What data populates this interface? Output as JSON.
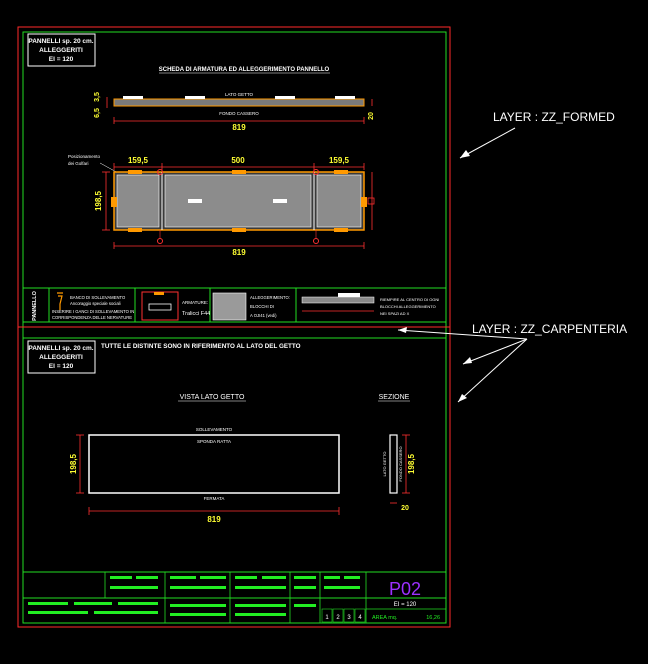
{
  "colors": {
    "background": "#000000",
    "frame": "#ff2a2a",
    "inner": "#22dd22",
    "text": "#ffffff",
    "dimension": "#ff3030",
    "dimension_text": "#ffff33",
    "orange": "#ff9900",
    "label": "#ffffff",
    "title_code": "#9b30ff",
    "bars": "#22ee22",
    "mesh": "#9a9a9a"
  },
  "top_sheet": {
    "title_box_line1": "PANNELLI sp. 20 cm.",
    "title_box_line2": "ALLEGGERITI",
    "title_box_line3": "EI = 120",
    "heading": "SCHEDA DI ARMATURA ED ALLEGGERIMENTO PANNELLO",
    "profile": {
      "top_label": "LATO GETTO",
      "bottom_label": "FONDO CASSERO",
      "dim_left_top": "3,5",
      "dim_left_bottom": "6,5",
      "dim_right": "20",
      "dim_length": "819"
    },
    "plan": {
      "note_line1": "Posizionamento",
      "note_line2": "dei Golfari",
      "dim_left": "159,5",
      "dim_mid": "500",
      "dim_right": "159,5",
      "dim_height": "198,5",
      "dim_length": "819"
    },
    "legend": {
      "side_label": "PANNELLO",
      "lifting_line1": "BANCO DI SOLLEVAMENTO",
      "lifting_line2": "Ancoraggio speciale sociali",
      "lifting_line3": "INSERIRE I GANCI DI SOLLEVAMENTO IN",
      "lifting_line4": "CORRISPONDENZA DELLE NERVATURE",
      "rebar_label": "ARMATURE:",
      "rebar_value": "Tralicci F44",
      "light_line1": "ALLEGGERIMENTO:",
      "light_line2": "BLOCCHI DI",
      "light_line3": "A OJI41 (vedi)",
      "section_line1": "RIEMPIRE AL CENTRO DI OGNI",
      "section_line2": "BLOCCHI ALLEGGERIMENTO",
      "section_line3": "NEI SPAZI AD X"
    }
  },
  "bottom_sheet": {
    "title_box_line1": "PANNELLI sp. 20 cm.",
    "title_box_line2": "ALLEGGERITI",
    "title_box_line3": "EI = 120",
    "note": "TUTTE LE DISTINTE SONO IN RIFERIMENTO AL LATO DEL GETTO",
    "view_title": "VISTA LATO GETTO",
    "section_title": "SEZIONE",
    "panel": {
      "top_label": "SOLLEVAMENTO",
      "sub_label": "SPONDA RATTA",
      "bottom_label": "FERMATA",
      "dim_height": "198,5",
      "dim_length": "819"
    },
    "section": {
      "left_label": "LATO GETTO",
      "right_label": "FONDO CASSERO",
      "dim_height": "198,5",
      "dim_width": "20"
    },
    "title_block": {
      "code": "P02",
      "ei": "EI = 120",
      "area_label": "AREA mq.",
      "area_value": "16,26",
      "rev_1": "1",
      "rev_2": "2",
      "rev_3": "3",
      "rev_4": "4"
    }
  },
  "annotations": {
    "formed": "LAYER :  ZZ_FORMED",
    "carpenteria": "LAYER :  ZZ_CARPENTERIA"
  }
}
